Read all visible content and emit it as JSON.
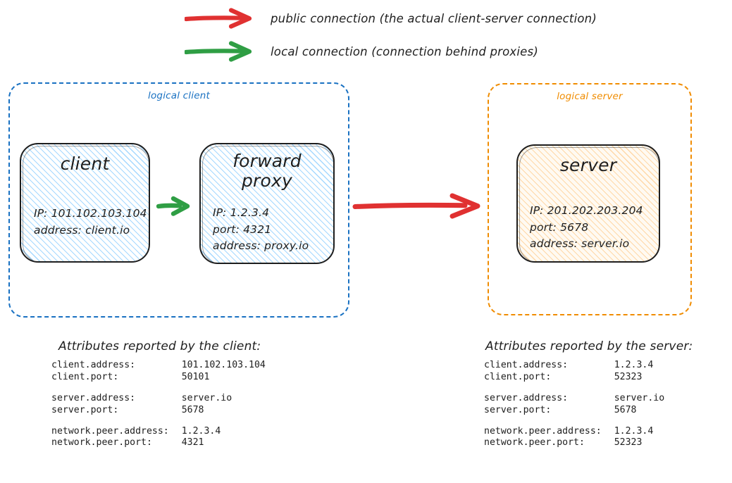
{
  "colors": {
    "public_connection": "#e03131",
    "local_connection": "#2f9e44",
    "logical_client_border": "#1971c2",
    "logical_server_border": "#f08c00",
    "node_stroke": "#1e1e1e",
    "client_hatch": "#a5d8ff",
    "server_hatch": "#ffd8a8"
  },
  "legend": {
    "items": [
      {
        "arrow_icon": "red-arrow-icon",
        "label": "public connection (the actual client-server connection)",
        "color": "#e03131"
      },
      {
        "arrow_icon": "green-arrow-icon",
        "label": "local connection (connection behind proxies)",
        "color": "#2f9e44"
      }
    ]
  },
  "groups": {
    "client": {
      "title": "logical client",
      "nodes": {
        "client": {
          "title": "client",
          "lines": "IP: 101.102.103.104\naddress: client.io"
        },
        "proxy": {
          "title": "forward\nproxy",
          "lines": "IP: 1.2.3.4\nport: 4321\naddress: proxy.io"
        }
      }
    },
    "server": {
      "title": "logical server",
      "nodes": {
        "server": {
          "title": "server",
          "lines": "IP: 201.202.203.204\nport: 5678\naddress: server.io"
        }
      }
    }
  },
  "connections": {
    "client_to_proxy": {
      "kind": "local connection",
      "color": "#2f9e44"
    },
    "proxy_to_server": {
      "kind": "public connection",
      "color": "#e03131"
    }
  },
  "attributes": {
    "client": {
      "heading": "Attributes reported by the client:",
      "rows": [
        {
          "key": "client.address:",
          "value": "101.102.103.104"
        },
        {
          "key": "client.port:",
          "value": "50101"
        },
        {
          "key": "",
          "value": ""
        },
        {
          "key": "server.address:",
          "value": "server.io"
        },
        {
          "key": "server.port:",
          "value": "5678"
        },
        {
          "key": "",
          "value": ""
        },
        {
          "key": "network.peer.address:",
          "value": "1.2.3.4"
        },
        {
          "key": "network.peer.port:",
          "value": "4321"
        }
      ]
    },
    "server": {
      "heading": "Attributes reported by the server:",
      "rows": [
        {
          "key": "client.address:",
          "value": "1.2.3.4"
        },
        {
          "key": "client.port:",
          "value": "52323"
        },
        {
          "key": "",
          "value": ""
        },
        {
          "key": "server.address:",
          "value": "server.io"
        },
        {
          "key": "server.port:",
          "value": "5678"
        },
        {
          "key": "",
          "value": ""
        },
        {
          "key": "network.peer.address:",
          "value": "1.2.3.4"
        },
        {
          "key": "network.peer.port:",
          "value": "52323"
        }
      ]
    }
  }
}
